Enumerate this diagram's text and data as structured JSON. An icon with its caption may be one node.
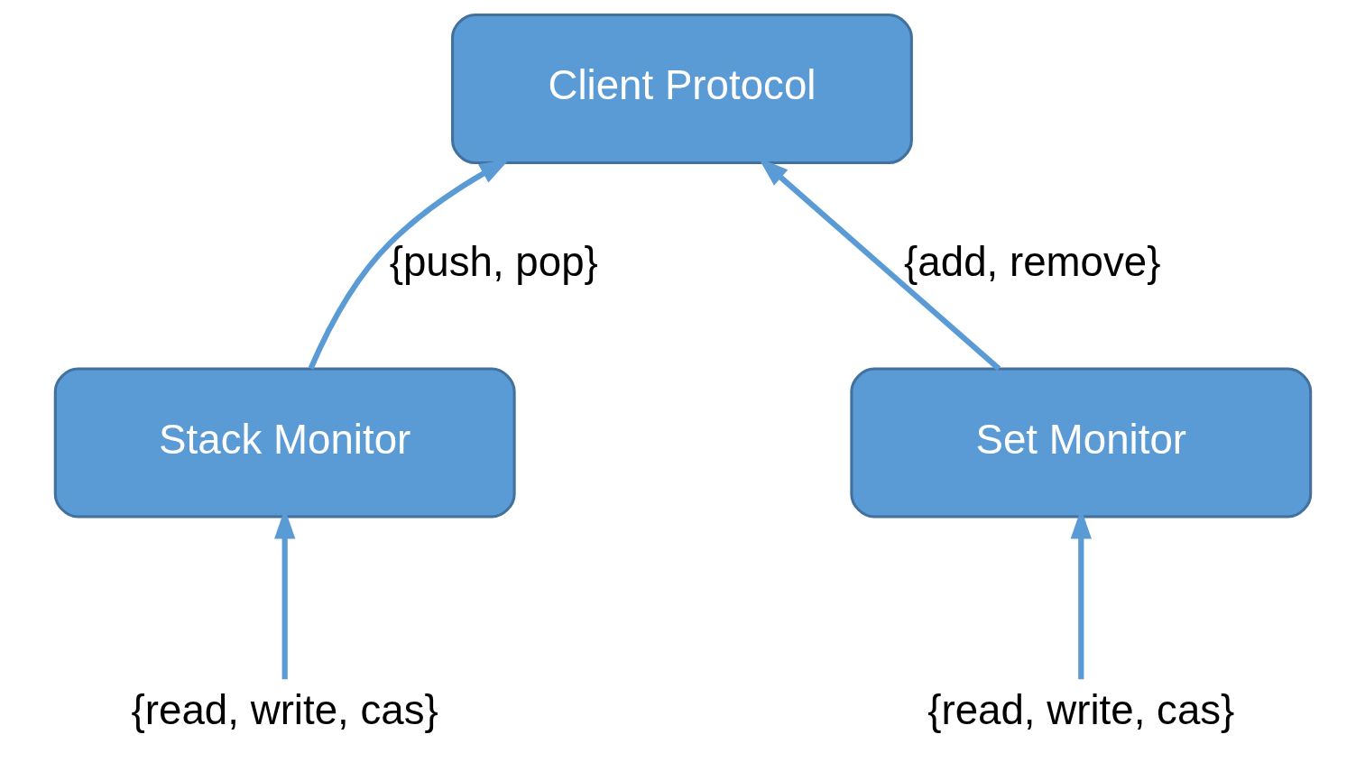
{
  "diagram": {
    "nodes": [
      {
        "text": [
          "Client Protocol"
        ]
      },
      {
        "text": [
          "Stack Monitor"
        ]
      },
      {
        "text": [
          "Set Monitor"
        ]
      },
      {
        "text": [
          "{read, write, cas}"
        ]
      },
      {
        "text": [
          "{read, write, cas}"
        ]
      }
    ],
    "edges": [
      {
        "from": 1,
        "to": 0,
        "arrow": "to",
        "label": "{push, pop}"
      },
      {
        "from": 2,
        "to": 0,
        "arrow": "to",
        "label": "{add, remove}"
      },
      {
        "from": 3,
        "to": 1,
        "arrow": "to"
      },
      {
        "from": 4,
        "to": 2,
        "arrow": "to"
      }
    ]
  }
}
